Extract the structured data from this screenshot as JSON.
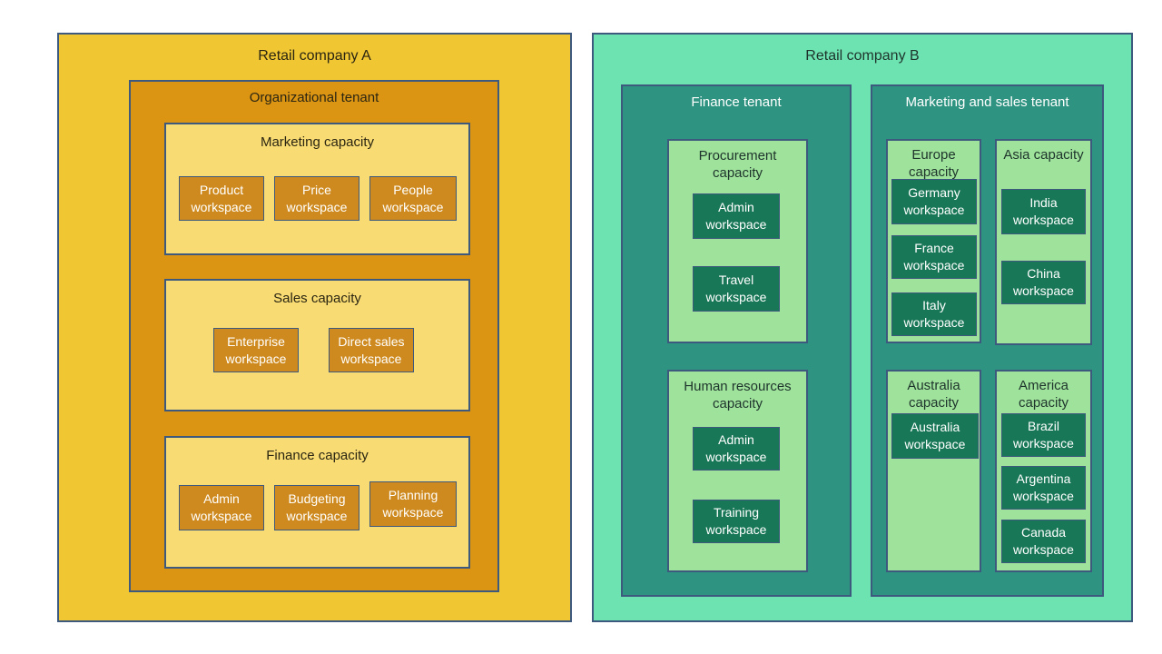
{
  "company_a": {
    "title": "Retail company A",
    "tenant": {
      "title": "Organizational tenant",
      "capacities": [
        {
          "title": "Marketing capacity",
          "workspaces": [
            "Product workspace",
            "Price workspace",
            "People workspace"
          ]
        },
        {
          "title": "Sales capacity",
          "workspaces": [
            "Enterprise workspace",
            "Direct sales workspace"
          ]
        },
        {
          "title": "Finance capacity",
          "workspaces": [
            "Admin workspace",
            "Budgeting workspace",
            "Planning workspace"
          ]
        }
      ]
    }
  },
  "company_b": {
    "title": "Retail company B",
    "tenants": [
      {
        "title": "Finance tenant",
        "capacities": [
          {
            "title": "Procurement capacity",
            "workspaces": [
              "Admin workspace",
              "Travel workspace"
            ]
          },
          {
            "title": "Human resources capacity",
            "workspaces": [
              "Admin workspace",
              "Training workspace"
            ]
          }
        ]
      },
      {
        "title": "Marketing and sales tenant",
        "capacities": [
          {
            "title": "Europe capacity",
            "workspaces": [
              "Germany workspace",
              "France workspace",
              "Italy workspace"
            ]
          },
          {
            "title": "Asia capacity",
            "workspaces": [
              "India workspace",
              "China workspace"
            ]
          },
          {
            "title": "Australia capacity",
            "workspaces": [
              "Australia workspace"
            ]
          },
          {
            "title": "America capacity",
            "workspaces": [
              "Brazil workspace",
              "Argentina workspace",
              "Canada workspace"
            ]
          }
        ]
      }
    ]
  },
  "colors": {
    "company_a_bg": "#F0C733",
    "tenant_a_bg": "#DB9512",
    "capacity_a_bg": "#F8DC73",
    "workspace_a_bg": "#CE8A1E",
    "company_b_bg": "#6EE3B2",
    "tenant_b_bg": "#2F9381",
    "capacity_b_bg": "#9FE29B",
    "workspace_b_bg": "#187757",
    "border": "#3D5A7E",
    "title_dark": "#2B2512",
    "title_dark_green": "#1E342C",
    "title_light": "#FFFFFF"
  }
}
